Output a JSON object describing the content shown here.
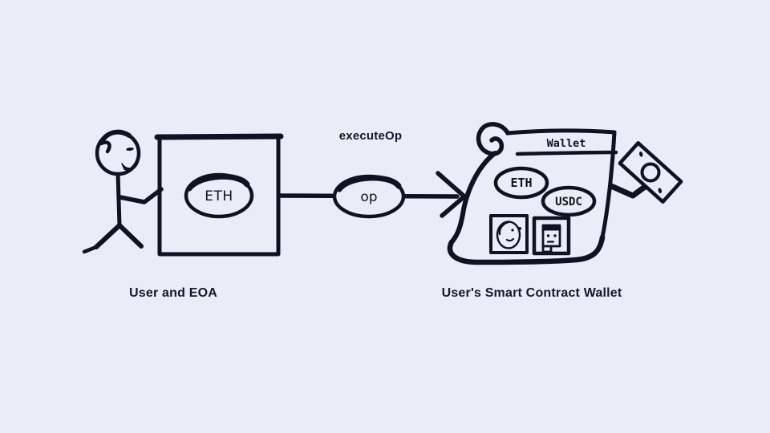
{
  "colors": {
    "background": "#e9edf7",
    "ink": "#0f1222",
    "label_text": "#14172b"
  },
  "left_group": {
    "caption": "User and EOA",
    "box_token": "ETH"
  },
  "arrow_group": {
    "title": "executeOp",
    "op_label": "op"
  },
  "wallet_group": {
    "caption": "User's Smart Contract Wallet",
    "banner": "Wallet",
    "token_eth": "ETH",
    "token_usdc": "USDC"
  },
  "icons": {
    "person": "stick-figure-icon",
    "face": "face-icon",
    "robot": "robot-id-icon",
    "bill": "money-bill-icon"
  }
}
